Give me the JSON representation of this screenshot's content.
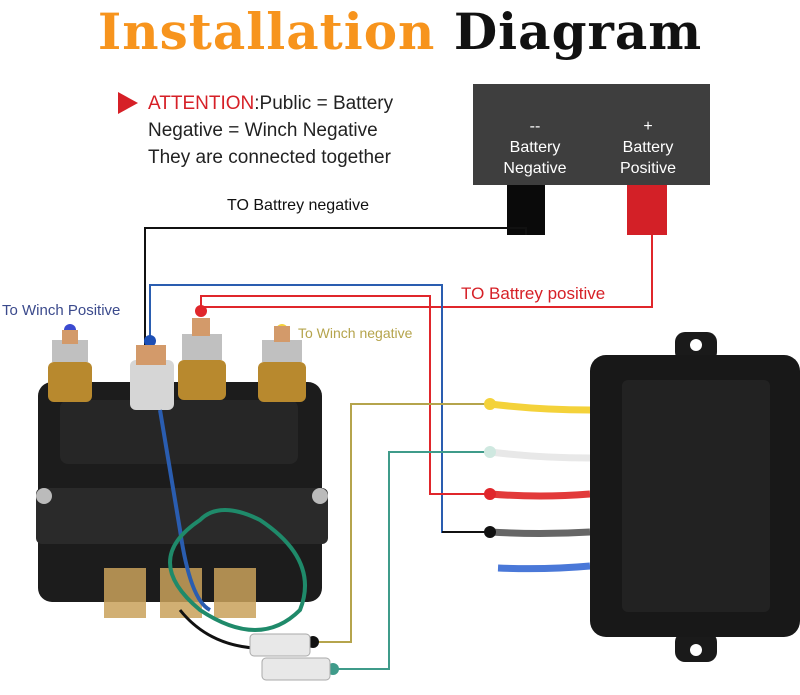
{
  "title": {
    "word1": "Installation",
    "word2": "Diagram"
  },
  "attention": {
    "prefix": "ATTENTION",
    "line1_rest": ":Public = Battery",
    "line2": "Negative = Winch Negative",
    "line3": "They are connected together"
  },
  "battery": {
    "neg_symbol": "--",
    "neg_line1": "Battery",
    "neg_line2": "Negative",
    "pos_symbol": "+",
    "pos_line1": "Battery",
    "pos_line2": "Positive"
  },
  "labels": {
    "to_battery_negative": "TO Battrey negative",
    "to_battery_positive": "TO Battrey positive",
    "to_winch_positive": "To Winch Positive",
    "to_winch_negative": "To Winch negative"
  },
  "colors": {
    "title_orange": "#f7941d",
    "attention_red": "#d62027",
    "wire_black": "#111111",
    "wire_blue": "#2a5db0",
    "wire_red": "#e0262b",
    "wire_yellow": "#b5a44c",
    "wire_green": "#3f9b8a",
    "winch_negative_label": "#b5a44c",
    "winch_positive_label": "#3b4a8c"
  }
}
